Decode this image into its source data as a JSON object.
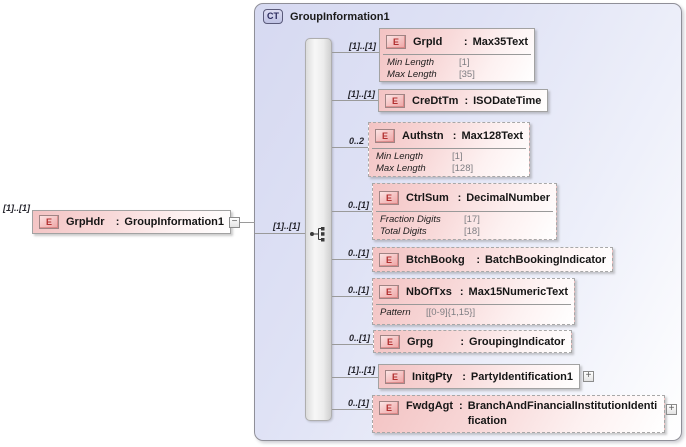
{
  "signs": {
    "colon": ":",
    "collapse": "−",
    "expand": "+"
  },
  "icons": {
    "element_badge": "E"
  },
  "colors": {
    "container_fill": "#d6d9f1",
    "element_fill": "#f3c3c3",
    "element_border": "#a2a2a2",
    "icon_red": "#b23030",
    "connector_line": "#9a9a9a"
  },
  "root_element": {
    "cardinality": "[1]..[1]",
    "name": "GrpHdr",
    "type": "GroupInformation1"
  },
  "connector": {
    "cardinality": "[1]..[1]"
  },
  "complex_type": {
    "badge": "CT",
    "title": "GroupInformation1"
  },
  "elements": [
    {
      "cardinality": "[1]..[1]",
      "name": "GrpId",
      "type": "Max35Text",
      "facets": [
        {
          "label": "Min Length",
          "value": "[1]"
        },
        {
          "label": "Max Length",
          "value": "[35]"
        }
      ]
    },
    {
      "cardinality": "[1]..[1]",
      "name": "CreDtTm",
      "type": "ISODateTime",
      "facets": []
    },
    {
      "cardinality": "0..2",
      "name": "Authstn",
      "type": "Max128Text",
      "facets": [
        {
          "label": "Min Length",
          "value": "[1]"
        },
        {
          "label": "Max Length",
          "value": "[128]"
        }
      ]
    },
    {
      "cardinality": "0..[1]",
      "name": "CtrlSum",
      "type": "DecimalNumber",
      "facets": [
        {
          "label": "Fraction Digits",
          "value": "[17]"
        },
        {
          "label": "Total Digits",
          "value": "[18]"
        }
      ]
    },
    {
      "cardinality": "0..[1]",
      "name": "BtchBookg",
      "type": "BatchBookingIndicator",
      "facets": []
    },
    {
      "cardinality": "0..[1]",
      "name": "NbOfTxs",
      "type": "Max15NumericText",
      "facets": [
        {
          "label": "Pattern",
          "value": "[[0-9]{1,15}]"
        }
      ]
    },
    {
      "cardinality": "0..[1]",
      "name": "Grpg",
      "type": "GroupingIndicator",
      "facets": []
    },
    {
      "cardinality": "[1]..[1]",
      "name": "InitgPty",
      "type": "PartyIdentification1",
      "facets": []
    },
    {
      "cardinality": "0..[1]",
      "name": "FwdgAgt",
      "type": "BranchAndFinancialInstitutionIdentification",
      "facets": []
    }
  ]
}
